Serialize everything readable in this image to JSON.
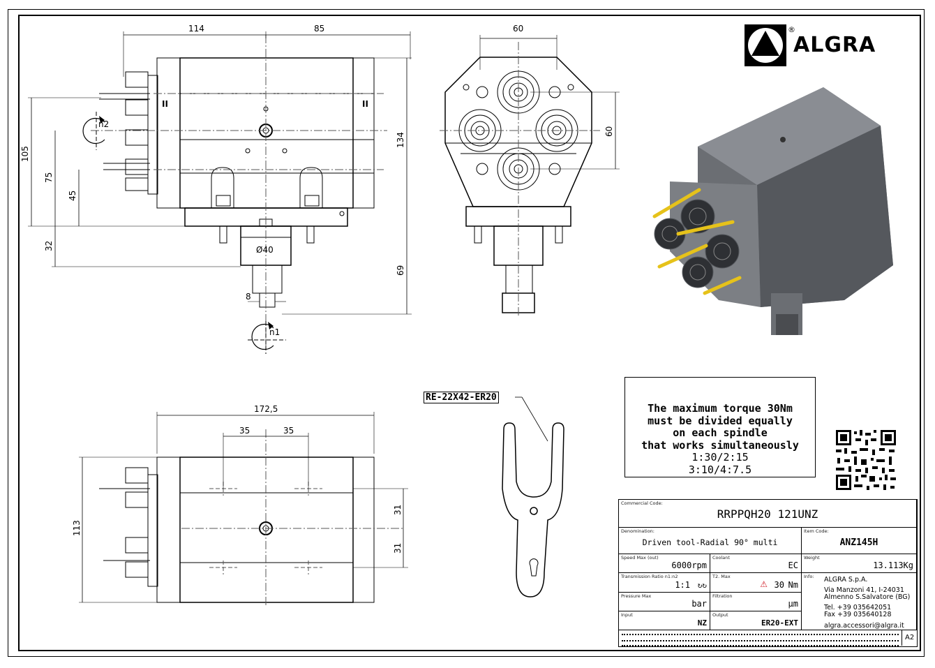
{
  "brand": {
    "name": "ALGRA",
    "registered": "®"
  },
  "dimensions": {
    "side_view": {
      "top_left": "114",
      "top_right": "85",
      "height_105": "105",
      "height_75": "75",
      "height_45": "45",
      "height_32": "32",
      "height_134": "134",
      "height_69": "69",
      "shank_diameter": "Ø40",
      "shank_width": "8",
      "spindle_n2": "n2",
      "spindle_n1": "n1",
      "mark_left": "II",
      "mark_right": "II"
    },
    "front_view": {
      "width": "60",
      "height": "60"
    },
    "bottom_view": {
      "total": "172,5",
      "left_spacing": "35",
      "right_spacing": "35",
      "height": "113",
      "upper_offset": "31",
      "lower_offset": "31"
    }
  },
  "wrench_label": "RE-22X42-ER20",
  "warning": {
    "line1": "The maximum torque 30Nm",
    "line2": "must be divided equally",
    "line3": "on each spindle",
    "line4": "that works simultaneously",
    "line5": "1:30/2:15",
    "line6": "3:10/4:7.5"
  },
  "title_block": {
    "commercial_code_label": "Commercial Code:",
    "commercial_code": "RRPPQH20 121UNZ",
    "denomination_label": "Denomination:",
    "denomination": "Driven tool-Radial 90° multi",
    "item_code_label": "Item Code:",
    "item_code": "ANZ145H",
    "speed_label": "Speed Max (out)",
    "speed": "6000rpm",
    "coolant_label": "Coolant",
    "coolant": "EC",
    "weight_label": "Weight",
    "weight": "13.113Kg",
    "ratio_label": "Transmission Ratio n1:n2",
    "ratio": "1:1",
    "torque_label": "T2. Max",
    "torque": "30",
    "torque_unit": "Nm",
    "pressure_label": "Pressure Max",
    "pressure": "bar",
    "filtration_label": "Filtration",
    "filtration": "µm",
    "input_label": "Input",
    "input": "NZ",
    "output_label": "Output",
    "output": "ER20-EXT",
    "info_label": "Info:",
    "info_company": "ALGRA S.p.A.",
    "info_address1": "Via Manzoni 41, I-24031",
    "info_address2": "Almenno S.Salvatore (BG)",
    "info_tel": "Tel. +39 035642051",
    "info_fax": "Fax +39 035640128",
    "info_email": "algra.accessori@algra.it",
    "sheet_size": "A2"
  },
  "colors": {
    "line": "#000000",
    "dash": "#555555",
    "render_body": "#5c5e63",
    "render_light": "#8a8d93",
    "collet": "#2e3034",
    "tool_yellow": "#e6c21a",
    "warning_red": "#d0202a"
  }
}
